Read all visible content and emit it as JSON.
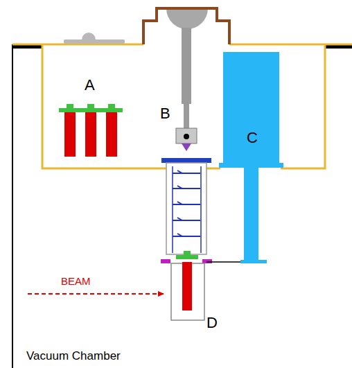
{
  "diagram": {
    "labels": [
      "A",
      "B",
      "C",
      "BEAM",
      "D",
      "Vacuum Chamber"
    ]
  }
}
